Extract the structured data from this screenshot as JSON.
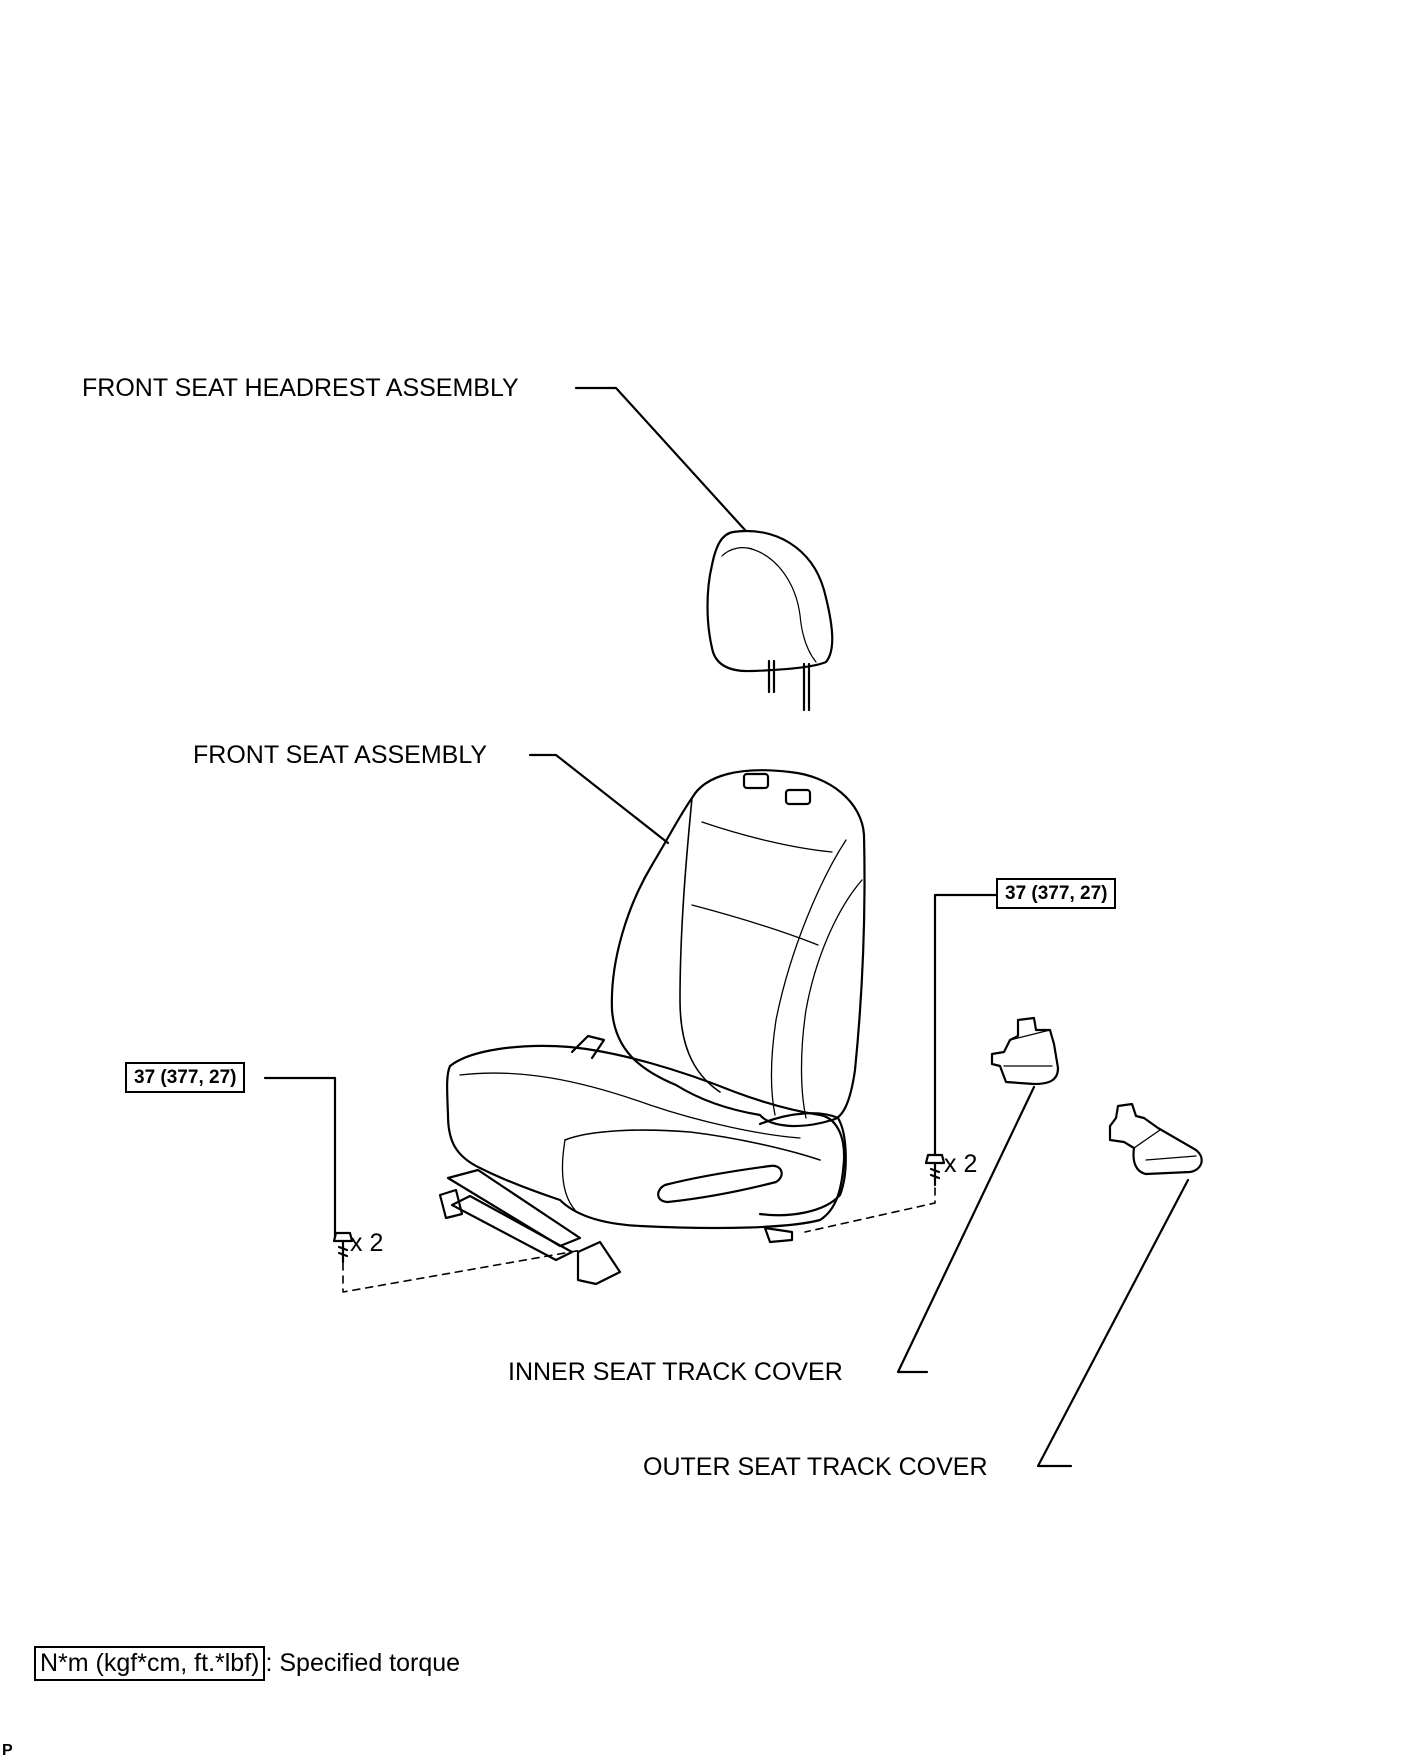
{
  "labels": {
    "headrest": "FRONT SEAT HEADREST ASSEMBLY",
    "seat": "FRONT SEAT ASSEMBLY",
    "inner_cover": "INNER SEAT TRACK COVER",
    "outer_cover": "OUTER SEAT TRACK COVER"
  },
  "torque": {
    "left": "37 (377, 27)",
    "right": "37 (377, 27)"
  },
  "bolts": {
    "left_qty": "x 2",
    "right_qty": "x 2"
  },
  "legend": {
    "unit_box": "N*m (kgf*cm, ft.*lbf)",
    "text": ": Specified torque"
  },
  "corner_mark": "P"
}
